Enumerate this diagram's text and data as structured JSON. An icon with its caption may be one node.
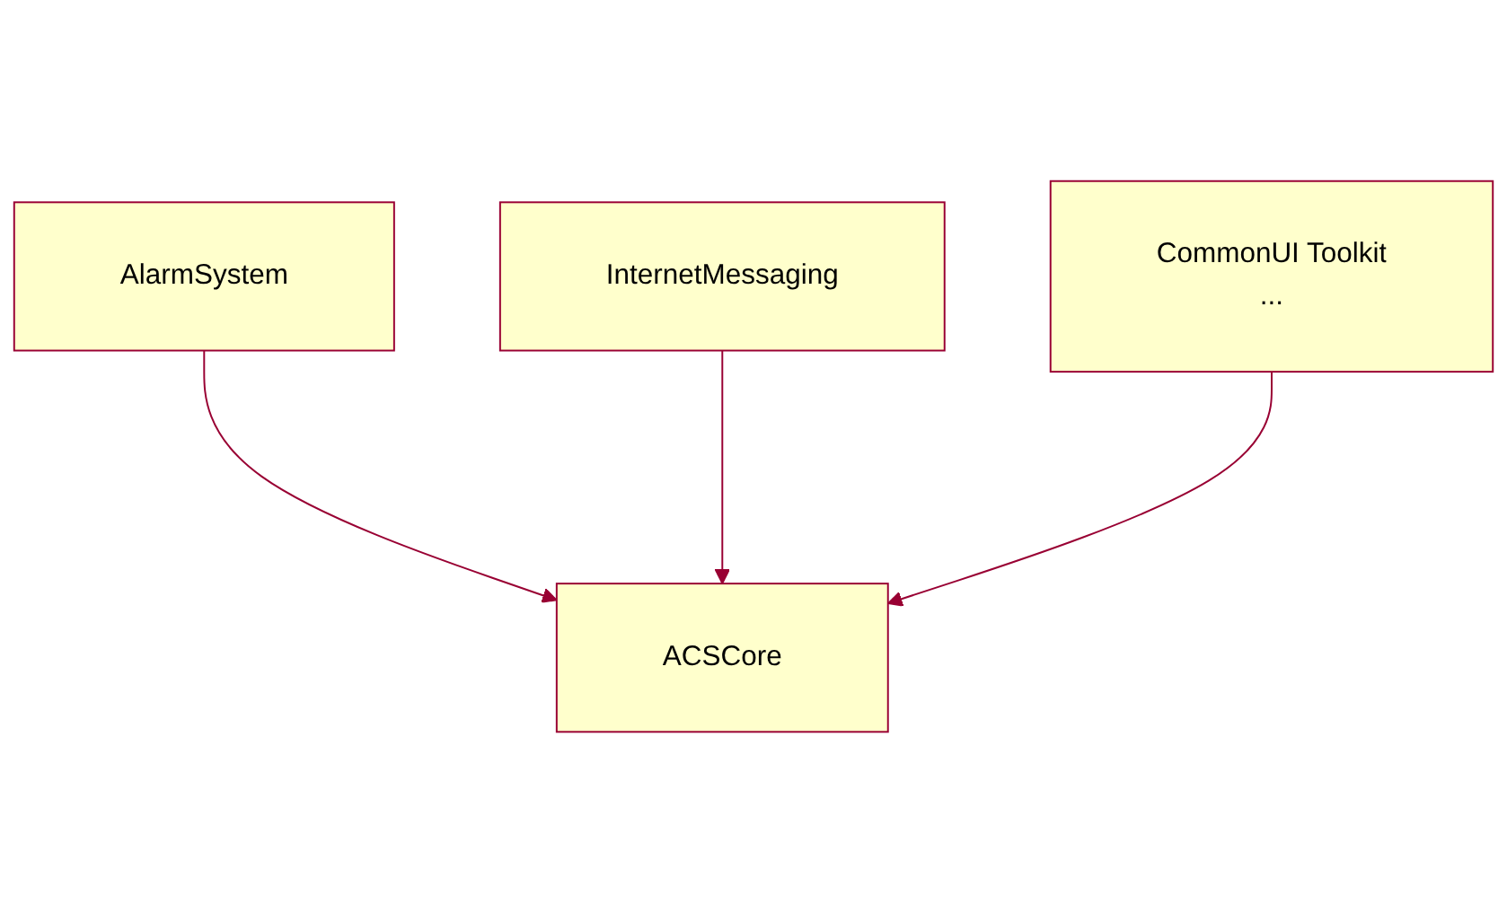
{
  "diagram": {
    "nodes": [
      {
        "text": [
          "AlarmSystem"
        ]
      },
      {
        "text": [
          "InternetMessaging"
        ]
      },
      {
        "text": [
          "CommonUI Toolkit",
          "..."
        ]
      },
      {
        "text": [
          "ACSCore"
        ]
      }
    ],
    "edges": [
      {
        "from": 0,
        "to": 3,
        "arrow": "to"
      },
      {
        "from": 1,
        "to": 3,
        "arrow": "to"
      },
      {
        "from": 2,
        "to": 3,
        "arrow": "to"
      }
    ]
  }
}
